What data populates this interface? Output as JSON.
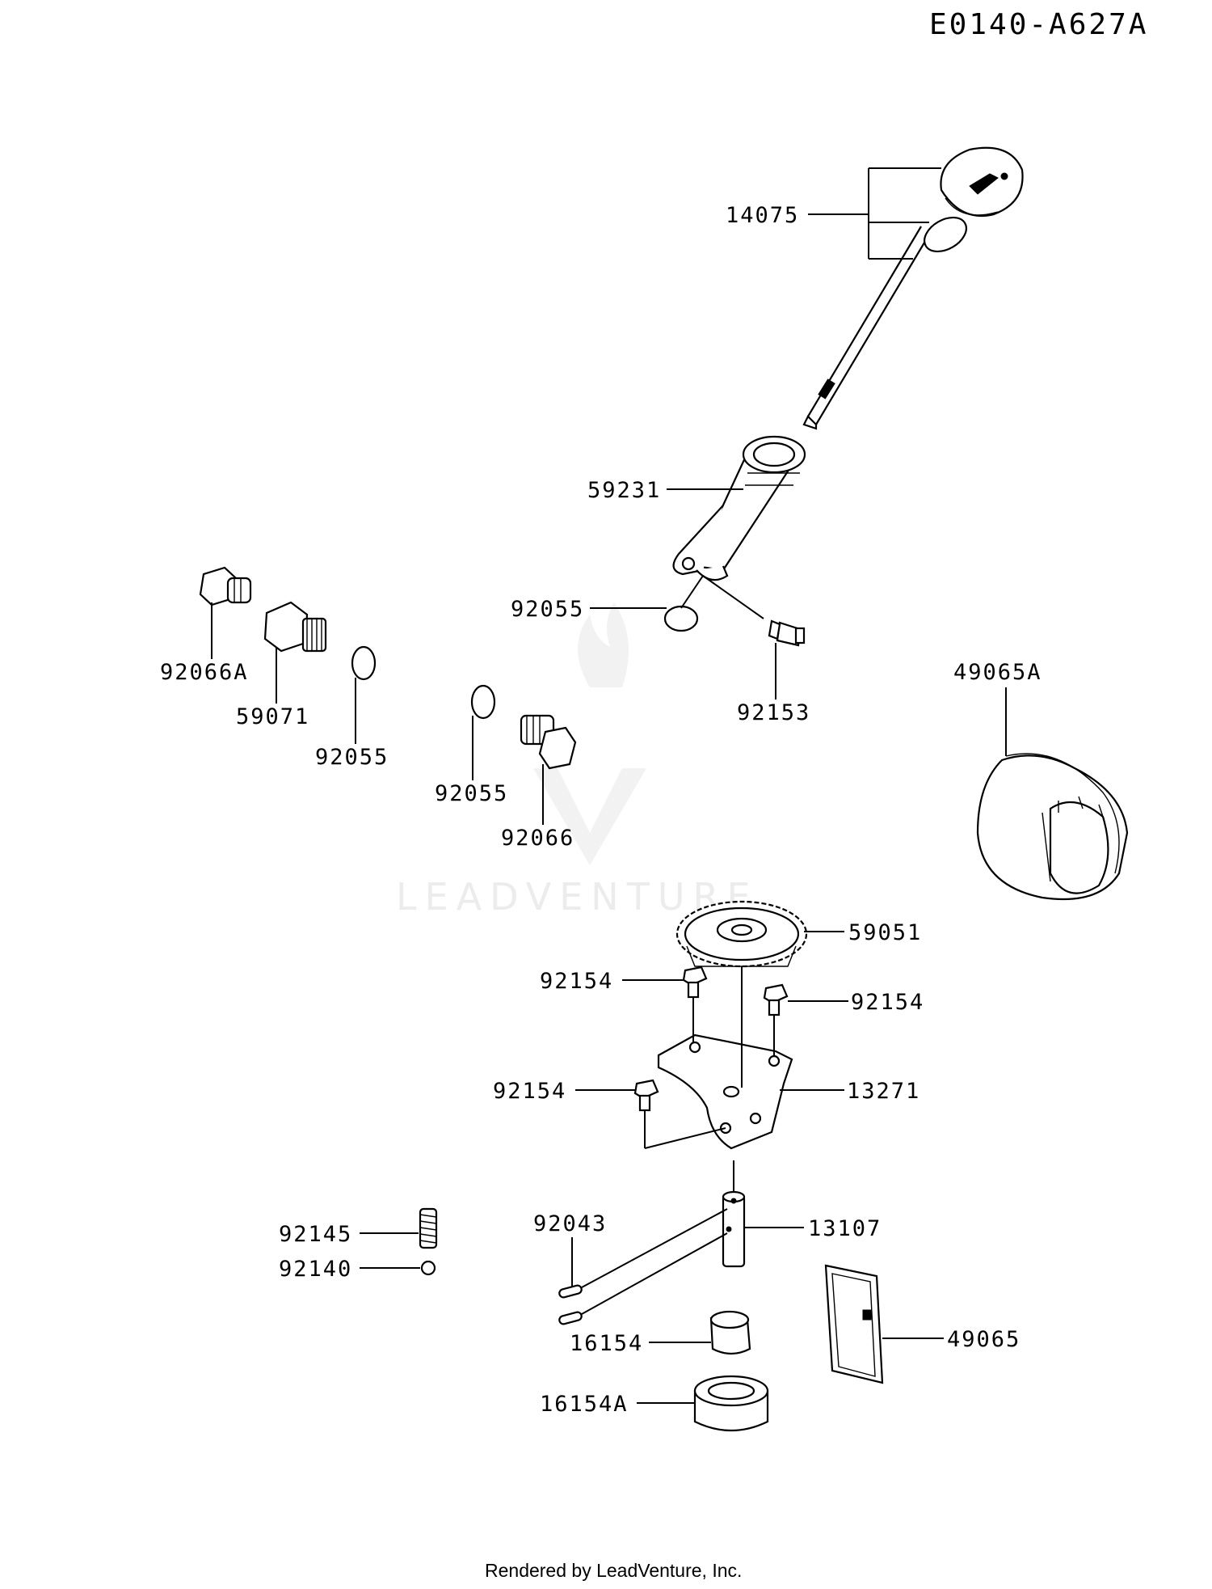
{
  "diagram_id": "E0140-A627A",
  "footer": "Rendered by LeadVenture, Inc.",
  "watermark": "LEADVENTURE",
  "parts": [
    {
      "key": "p14075",
      "label": "14075"
    },
    {
      "key": "p59231",
      "label": "59231"
    },
    {
      "key": "p92055a",
      "label": "92055"
    },
    {
      "key": "p92153",
      "label": "92153"
    },
    {
      "key": "p49065A",
      "label": "49065A"
    },
    {
      "key": "p92066A",
      "label": "92066A"
    },
    {
      "key": "p59071",
      "label": "59071"
    },
    {
      "key": "p92055b",
      "label": "92055"
    },
    {
      "key": "p92055c",
      "label": "92055"
    },
    {
      "key": "p92066",
      "label": "92066"
    },
    {
      "key": "p59051",
      "label": "59051"
    },
    {
      "key": "p92154a",
      "label": "92154"
    },
    {
      "key": "p92154b",
      "label": "92154"
    },
    {
      "key": "p92154c",
      "label": "92154"
    },
    {
      "key": "p13271",
      "label": "13271"
    },
    {
      "key": "p92145",
      "label": "92145"
    },
    {
      "key": "p92140",
      "label": "92140"
    },
    {
      "key": "p92043",
      "label": "92043"
    },
    {
      "key": "p13107",
      "label": "13107"
    },
    {
      "key": "p16154",
      "label": "16154"
    },
    {
      "key": "p16154A",
      "label": "16154A"
    },
    {
      "key": "p49065",
      "label": "49065"
    }
  ]
}
